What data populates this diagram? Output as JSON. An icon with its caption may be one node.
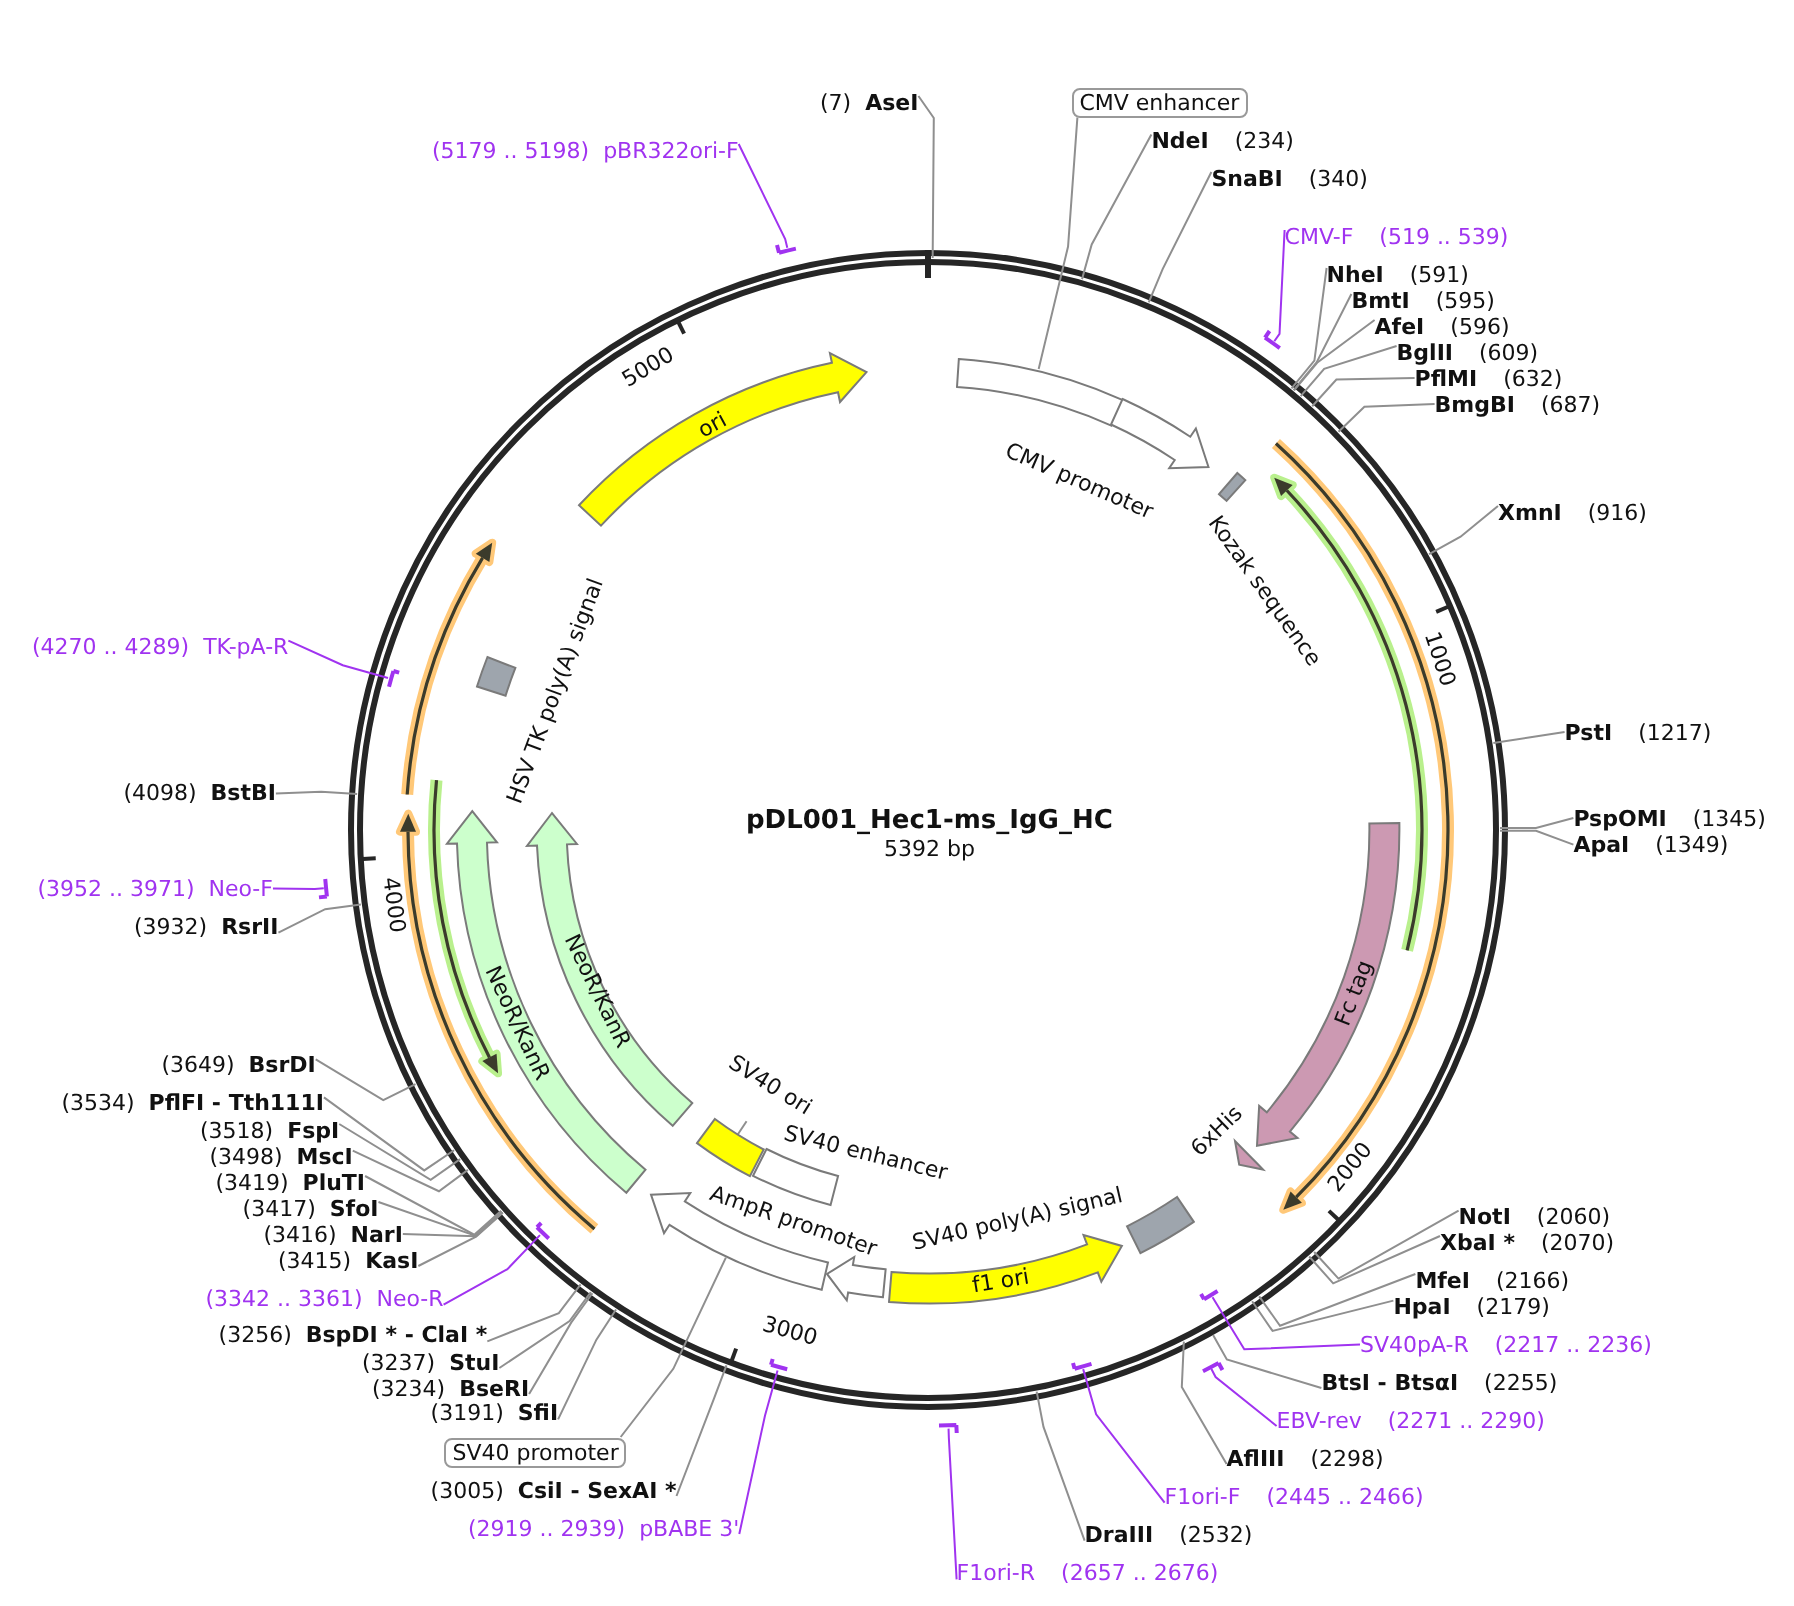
{
  "diagram": {
    "title": "pDL001_Hec1-ms_IgG_HC",
    "nodes": [
      {
        "text": [
          "(7)",
          "AseI"
        ]
      },
      {
        "text": [
          "CMV enhancer"
        ]
      },
      {
        "text": [
          "NdeI",
          "(234)"
        ]
      },
      {
        "text": [
          "SnaBI",
          "(340)"
        ]
      },
      {
        "text": [
          "CMV-F",
          "(519 .. 539)"
        ]
      },
      {
        "text": [],
        "shape": "bar"
      },
      {
        "text": [
          "NheI",
          "(591)"
        ]
      },
      {
        "text": [
          "BmtI",
          "(595)"
        ]
      },
      {
        "text": [
          "AfeI",
          "(596)"
        ]
      },
      {
        "text": [
          "BglII",
          "(609)"
        ]
      },
      {
        "text": [
          "PflMI",
          "(632)"
        ]
      },
      {
        "text": [
          "BmgBI",
          "(687)"
        ]
      },
      {
        "text": [
          "XmnI",
          "(916)"
        ]
      },
      {
        "text": [
          "PstI",
          "(1217)"
        ]
      },
      {
        "text": [
          "PspOMI",
          "(1345)"
        ]
      },
      {
        "text": [
          "ApaI",
          "(1349)"
        ]
      },
      {
        "text": [
          "NotI",
          "(2060)"
        ]
      },
      {
        "text": [
          "XbaI *",
          "(2070)"
        ]
      },
      {
        "text": [
          "MfeI",
          "(2166)"
        ]
      },
      {
        "text": [
          "HpaI",
          "(2179)"
        ]
      },
      {
        "text": [
          "SV40pA-R",
          "(2217 .. 2236)"
        ]
      },
      {
        "text": [],
        "shape": "bar"
      },
      {
        "text": [
          "BtsI - BtsαI",
          "(2255)"
        ]
      },
      {
        "text": [
          "EBV-rev",
          "(2271 .. 2290)"
        ]
      },
      {
        "text": [],
        "shape": "bar"
      },
      {
        "text": [
          "AflIII",
          "(2298)"
        ]
      },
      {
        "text": [
          "F1ori-F",
          "(2445 .. 2466)"
        ]
      },
      {
        "text": [],
        "shape": "bar"
      },
      {
        "text": [
          "DraIII",
          "(2532)"
        ]
      },
      {
        "text": [
          "F1ori-R",
          "(2657 .. 2676)"
        ]
      },
      {
        "text": [],
        "shape": "bar"
      },
      {
        "text": [
          "(2919 .. 2939)",
          "pBABE 3'"
        ]
      },
      {
        "text": [],
        "shape": "bar"
      },
      {
        "text": [
          "(3005)",
          "CsiI - SexAI *"
        ]
      },
      {
        "text": [
          "SV40 promoter"
        ]
      },
      {
        "text": [
          "(3191)",
          "SfiI"
        ]
      },
      {
        "text": [
          "(3234)",
          "BseRI"
        ]
      },
      {
        "text": [
          "(3237)",
          "StuI"
        ]
      },
      {
        "text": [
          "(3256)",
          "BspDI * - ClaI *"
        ]
      },
      {
        "text": [
          "(3342 .. 3361)",
          "Neo-R"
        ]
      },
      {
        "text": [],
        "shape": "bar"
      },
      {
        "text": [
          "(3415)",
          "KasI"
        ]
      },
      {
        "text": [
          "(3416)",
          "NarI"
        ]
      },
      {
        "text": [
          "(3417)",
          "SfoI"
        ]
      },
      {
        "text": [
          "(3419)",
          "PluTI"
        ]
      },
      {
        "text": [
          "(3498)",
          "MscI"
        ]
      },
      {
        "text": [
          "(3518)",
          "FspI"
        ]
      },
      {
        "text": [
          "(3534)",
          "PflFI - Tth111I"
        ]
      },
      {
        "text": [
          "(3649)",
          "BsrDI"
        ]
      },
      {
        "text": [
          "(3932)",
          "RsrII"
        ]
      },
      {
        "text": [
          "(3952 .. 3971)",
          "Neo-F"
        ]
      },
      {
        "text": [],
        "shape": "bar"
      },
      {
        "text": [
          "(4098)",
          "BstBI"
        ]
      },
      {
        "text": [
          "(4270 .. 4289)",
          "TK-pA-R"
        ]
      },
      {
        "text": [],
        "shape": "bar"
      },
      {
        "text": [
          "(5179 .. 5198)",
          "pBR322ori-F"
        ]
      },
      {
        "text": [],
        "shape": "bar"
      },
      {
        "text": [],
        "shape": "box"
      },
      {
        "text": [
          "CMV promoter"
        ]
      },
      {
        "text": [
          "Kozak sequence"
        ]
      },
      {
        "text": [
          "Fc tag"
        ]
      },
      {
        "text": [
          "6xHis"
        ]
      },
      {
        "text": [
          "SV40 poly(A) signal"
        ]
      },
      {
        "text": [
          "f1 ori"
        ]
      },
      {
        "text": [
          "AmpR promoter"
        ]
      },
      {
        "text": [],
        "shape": "arrow"
      },
      {
        "text": [
          "SV40 enhancer"
        ]
      },
      {
        "text": [
          "SV40 ori"
        ]
      },
      {
        "text": [],
        "shape": "box"
      },
      {
        "text": [
          "NeoR/KanR"
        ]
      },
      {
        "text": [
          "NeoR/KanR"
        ]
      },
      {
        "text": [
          "HSV TK poly(A) signal"
        ]
      },
      {
        "text": [
          "ori"
        ]
      }
    ],
    "edges": [
      {
        "from": 0,
        "to": null,
        "arrow": "none"
      },
      {
        "from": 1,
        "to": 57,
        "arrow": "none"
      },
      {
        "from": 2,
        "to": null,
        "arrow": "none"
      },
      {
        "from": 3,
        "to": null,
        "arrow": "none"
      },
      {
        "from": 4,
        "to": 5,
        "arrow": "none",
        "color": "#a033f0"
      },
      {
        "from": 6,
        "to": null,
        "arrow": "none"
      },
      {
        "from": 7,
        "to": null,
        "arrow": "none"
      },
      {
        "from": 8,
        "to": null,
        "arrow": "none"
      },
      {
        "from": 9,
        "to": null,
        "arrow": "none"
      },
      {
        "from": 10,
        "to": null,
        "arrow": "none"
      },
      {
        "from": 11,
        "to": null,
        "arrow": "none"
      },
      {
        "from": 12,
        "to": null,
        "arrow": "none"
      },
      {
        "from": 13,
        "to": null,
        "arrow": "none"
      },
      {
        "from": 14,
        "to": null,
        "arrow": "none"
      },
      {
        "from": 15,
        "to": null,
        "arrow": "none"
      },
      {
        "from": 16,
        "to": null,
        "arrow": "none"
      },
      {
        "from": 17,
        "to": null,
        "arrow": "none"
      },
      {
        "from": 18,
        "to": null,
        "arrow": "none"
      },
      {
        "from": 19,
        "to": null,
        "arrow": "none"
      },
      {
        "from": 20,
        "to": 21,
        "arrow": "none",
        "color": "#a033f0"
      },
      {
        "from": 22,
        "to": null,
        "arrow": "none"
      },
      {
        "from": 23,
        "to": 24,
        "arrow": "none",
        "color": "#a033f0"
      },
      {
        "from": 25,
        "to": null,
        "arrow": "none"
      },
      {
        "from": 26,
        "to": 27,
        "arrow": "none",
        "color": "#a033f0"
      },
      {
        "from": 28,
        "to": null,
        "arrow": "none"
      },
      {
        "from": 29,
        "to": 30,
        "arrow": "none",
        "color": "#a033f0"
      },
      {
        "from": 31,
        "to": 32,
        "arrow": "none",
        "color": "#a033f0"
      },
      {
        "from": 33,
        "to": null,
        "arrow": "none"
      },
      {
        "from": 34,
        "to": 65,
        "arrow": "none"
      },
      {
        "from": 35,
        "to": null,
        "arrow": "none"
      },
      {
        "from": 36,
        "to": null,
        "arrow": "none"
      },
      {
        "from": 37,
        "to": null,
        "arrow": "none"
      },
      {
        "from": 38,
        "to": null,
        "arrow": "none"
      },
      {
        "from": 39,
        "to": 40,
        "arrow": "none",
        "color": "#a033f0"
      },
      {
        "from": 41,
        "to": null,
        "arrow": "none"
      },
      {
        "from": 42,
        "to": null,
        "arrow": "none"
      },
      {
        "from": 43,
        "to": null,
        "arrow": "none"
      },
      {
        "from": 44,
        "to": null,
        "arrow": "none"
      },
      {
        "from": 45,
        "to": null,
        "arrow": "none"
      },
      {
        "from": 46,
        "to": null,
        "arrow": "none"
      },
      {
        "from": 47,
        "to": null,
        "arrow": "none"
      },
      {
        "from": 48,
        "to": null,
        "arrow": "none"
      },
      {
        "from": 49,
        "to": null,
        "arrow": "none"
      },
      {
        "from": 50,
        "to": 51,
        "arrow": "none",
        "color": "#a033f0"
      },
      {
        "from": 52,
        "to": null,
        "arrow": "none"
      },
      {
        "from": 53,
        "to": 54,
        "arrow": "none",
        "color": "#a033f0"
      },
      {
        "from": 55,
        "to": 56,
        "arrow": "none",
        "color": "#a033f0"
      },
      {
        "from": 67,
        "to": 68,
        "arrow": "none"
      }
    ],
    "labels": [
      "5392 bp",
      "1000",
      "2000",
      "3000",
      "4000",
      "5000"
    ]
  }
}
